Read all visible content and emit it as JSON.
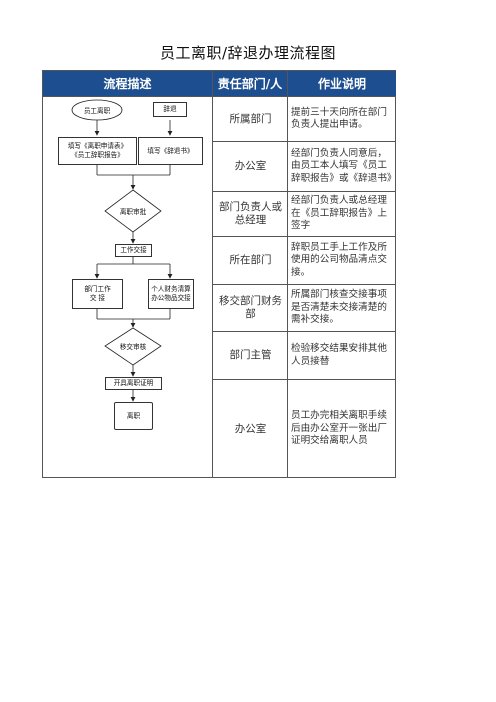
{
  "title": "员工离职/辞退办理流程图",
  "headers": {
    "flow": "流程描述",
    "dept": "责任部门/人",
    "note": "作业说明"
  },
  "flow": {
    "start_resign": "员工离职",
    "start_dismiss": "辞退",
    "fill_forms": "填写《离职申请表》\n《员工辞职报告》",
    "fill_dismiss": "填写《辞退书》",
    "approve": "离职审批",
    "handover": "工作交接",
    "dept_handover": "部门工作\n交 接",
    "finance_handover": "个人财务清算\n办公物品交接",
    "review": "移交审核",
    "certificate": "开具离职证明",
    "end": "离职"
  },
  "rows": [
    {
      "dept": "所属部门",
      "note": "提前三十天向所在部门负责人提出申请。"
    },
    {
      "dept": "办公室",
      "note": "经部门负责人同意后，由员工本人填写《员工辞职报告》或《辞退书》"
    },
    {
      "dept": "部门负责人或总经理",
      "note": "经部门负责人或总经理在《员工辞职报告》上签字"
    },
    {
      "dept": "所在部门",
      "note": "辞职员工手上工作及所使用的公司物品清点交接。"
    },
    {
      "dept": "移交部门财务部",
      "note": "所属部门核查交接事项是否清楚未交接清楚的需补交接。"
    },
    {
      "dept": "部门主管",
      "note": "检验移交结果安排其他人员接替"
    },
    {
      "dept": "办公室",
      "note": "员工办完相关离职手续后由办公室开一张出厂证明交给离职人员"
    }
  ]
}
